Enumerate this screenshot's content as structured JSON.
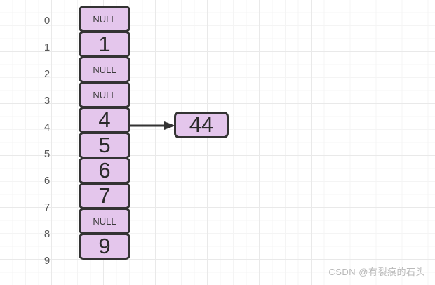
{
  "diagram": {
    "title": "hash-table-array-with-chained-node",
    "colors": {
      "cell_fill": "#e4c6ec",
      "cell_border": "#333333",
      "grid_minor": "#f4f4f4",
      "grid_major": "#e9e9e9",
      "index_text": "#5a5a5a",
      "value_text": "#2a2a2a",
      "watermark": "#b9b9b9",
      "background": "#ffffff"
    },
    "index_labels": [
      "0",
      "1",
      "2",
      "3",
      "4",
      "5",
      "6",
      "7",
      "8",
      "9"
    ],
    "slots": [
      {
        "index": "0",
        "value": "NULL",
        "is_null": true
      },
      {
        "index": "1",
        "value": "1",
        "is_null": false
      },
      {
        "index": "2",
        "value": "NULL",
        "is_null": true
      },
      {
        "index": "3",
        "value": "NULL",
        "is_null": true
      },
      {
        "index": "4",
        "value": "4",
        "is_null": false
      },
      {
        "index": "5",
        "value": "5",
        "is_null": false
      },
      {
        "index": "6",
        "value": "6",
        "is_null": false
      },
      {
        "index": "7",
        "value": "7",
        "is_null": false
      },
      {
        "index": "8",
        "value": "NULL",
        "is_null": true
      },
      {
        "index": "9",
        "value": "9",
        "is_null": false
      }
    ],
    "linked_node": {
      "value": "44",
      "from_index": "4"
    },
    "arrow": {
      "icon": "arrow-right-icon"
    }
  },
  "watermark": {
    "text": "CSDN @有裂痕的石头"
  }
}
